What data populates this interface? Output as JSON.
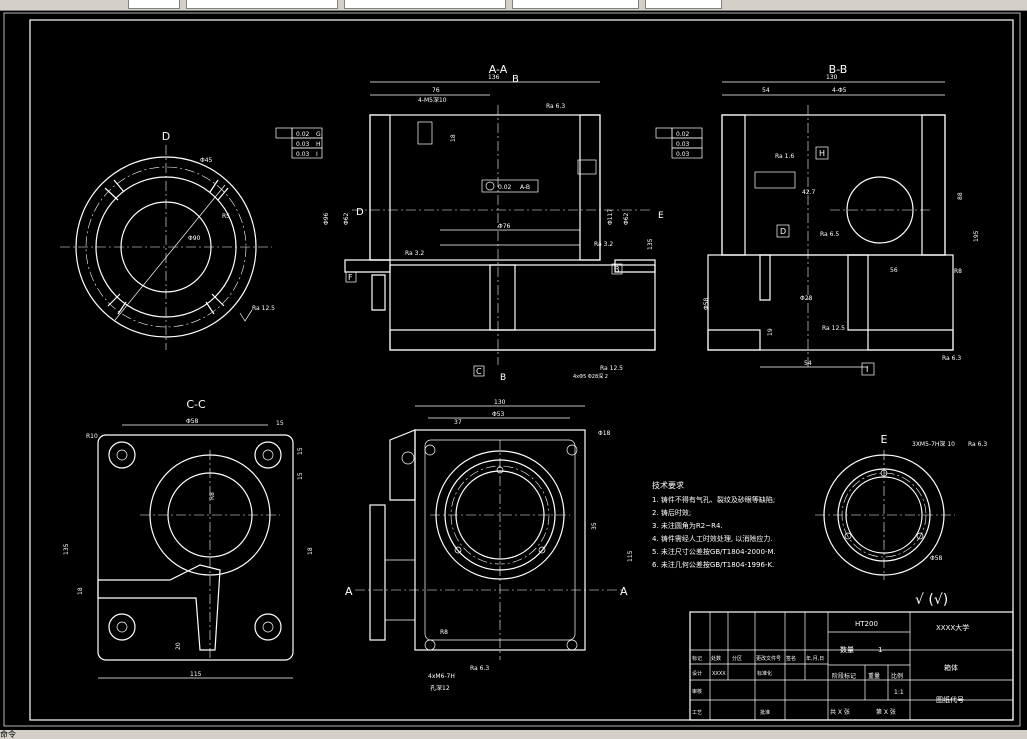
{
  "views": {
    "aa": {
      "title": "A-A",
      "dims": [
        "76",
        "4-M5深10",
        "136",
        "18",
        "Φ96",
        "Φ62",
        "135",
        "Φ76",
        "Φ117",
        "Φ62"
      ],
      "tolerances": [
        "0.02",
        "0.03",
        "0.03"
      ],
      "datums": [
        "G",
        "H",
        "I"
      ],
      "center_tol": "0.02",
      "center_datum": "A-B",
      "roughness": [
        "Ra 6.3",
        "Ra 3.2",
        "Ra 3.2",
        "Ra 12.5"
      ],
      "markers": [
        "F",
        "C",
        "B",
        "B",
        "D",
        "E"
      ],
      "holes": "4xΦ5\nΦ28深 2"
    },
    "bb": {
      "title": "B-B",
      "dims": [
        "130",
        "54",
        "4-Φ5",
        "Ra 1.6",
        "42.7",
        "R8",
        "88",
        "195",
        "Φ28",
        "19",
        "56",
        "Φ58",
        "54"
      ],
      "tol_datum": "H",
      "roughness": [
        "Ra 6.5",
        "Ra 12.5",
        "Ra 6.3"
      ],
      "markers": [
        "D",
        "I"
      ]
    },
    "d": {
      "title": "D",
      "dims": [
        "Φ45",
        "R5",
        "Φ90"
      ],
      "roughness": "Ra 12.5"
    },
    "cc": {
      "title": "C-C",
      "dims": [
        "R10",
        "Φ58",
        "15",
        "15",
        "R8",
        "15",
        "18",
        "20",
        "135",
        "18",
        "115"
      ]
    },
    "front": {
      "dims": [
        "130",
        "Φ53",
        "37",
        "Φ18",
        "R8",
        "115",
        "35"
      ],
      "markers": [
        "A",
        "A"
      ],
      "hole_note": "4xM6-7H",
      "hole_note2": "孔深12",
      "roughness": "Ra 6.3"
    },
    "e": {
      "title": "E",
      "note": "3XM5-7H深 10",
      "roughness": "Ra 6.3",
      "dim": "Φ58"
    }
  },
  "tech_req": {
    "title": "技术要求",
    "lines": [
      "1. 铸件不得有气孔、裂纹及砂眼等缺陷;",
      "2. 铸后时效;",
      "3. 未注圆角为R2~R4.",
      "4. 铸件需经人工时效处理, 以消除应力.",
      "5. 未注尺寸公差按GB/T1804-2000-M.",
      "6. 未注几何公差按GB/T1804-1996-K."
    ]
  },
  "surface_symbol": "√  (√)",
  "title_block": {
    "material": "HT200",
    "school": "XXXX大学",
    "qty_label": "数量",
    "qty": "1",
    "part_name": "箱体",
    "scale": "1:1",
    "drawing_no": "图纸代号",
    "heads": [
      "标记",
      "处数",
      "分区",
      "更改文件号",
      "签名",
      "年,月,日"
    ],
    "design": "设计",
    "design_name": "XXXX",
    "std": "标准化",
    "stage": "阶段标记",
    "weight": "重量",
    "ratio": "比例",
    "review": "审核",
    "process": "工艺",
    "approve": "批准",
    "sheets_a": "共 X 张",
    "sheets_b": "第 X 张"
  },
  "status": "命令"
}
